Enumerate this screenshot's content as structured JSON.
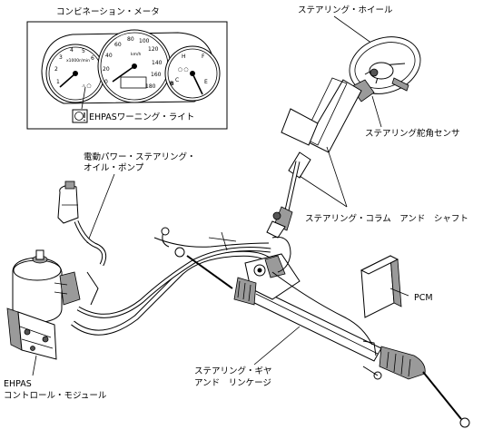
{
  "labels": {
    "combination_meter": "コンビネーション・メータ",
    "ehpas_warning_light": "EHPASワーニング・ライト",
    "steering_wheel": "ステアリング・ホイール",
    "steering_angle_sensor": "ステアリング舵角センサ",
    "electric_pump_line1": "電動パワー・ステアリング・",
    "electric_pump_line2": "オイル・ポンプ",
    "steering_column_shaft": "ステアリング・コラム　アンド　シャフト",
    "pcm": "PCM",
    "steering_gear_line1": "ステアリング・ギヤ",
    "steering_gear_line2": "アンド　リンケージ",
    "ehpas_module_line1": "EHPAS",
    "ehpas_module_line2": "コントロール・モジュール"
  },
  "meter_ticks": {
    "left_gauge": [
      "1",
      "2",
      "3",
      "4",
      "5",
      "6"
    ],
    "speedometer": [
      "0",
      "20",
      "40",
      "60",
      "80",
      "100",
      "120",
      "140",
      "160",
      "180"
    ],
    "right_gauge_letters": [
      "H",
      "C",
      "F",
      "E"
    ]
  }
}
